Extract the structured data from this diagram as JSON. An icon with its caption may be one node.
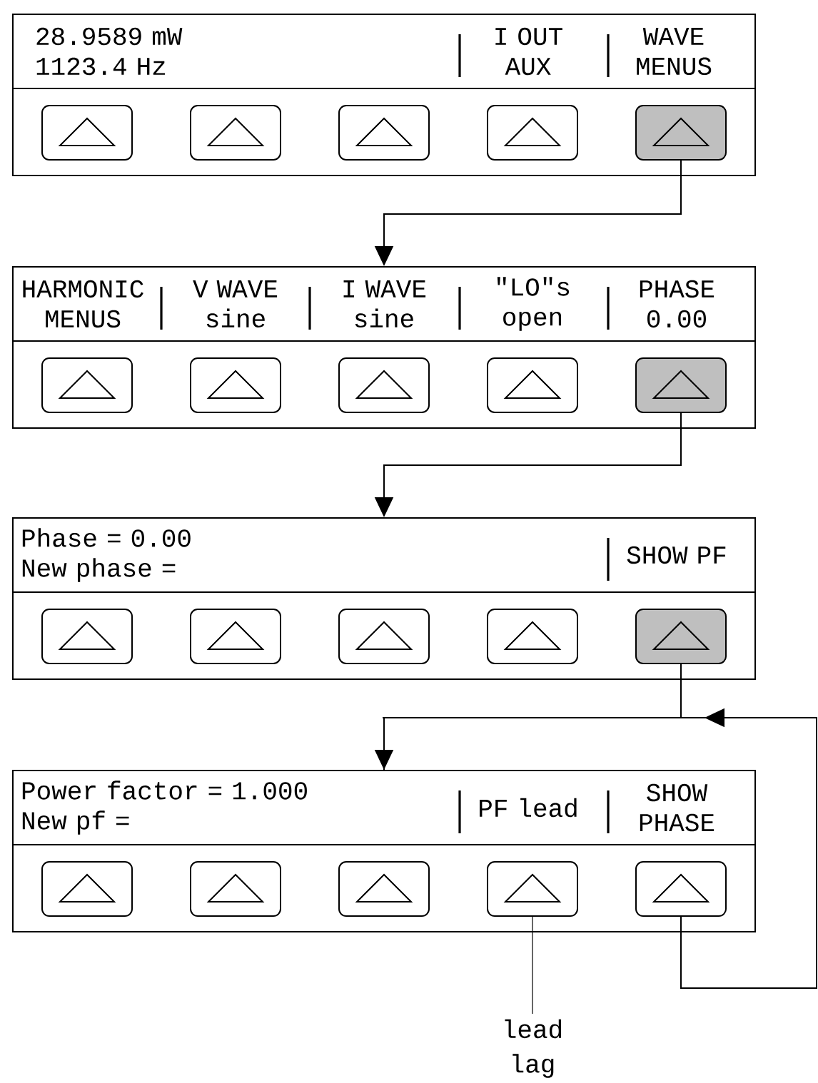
{
  "diagram": {
    "nodes": [
      {
        "text": [
          "28.9589 mW 1123.4 Hz",
          "I OUT AUX",
          "WAVE MENUS"
        ]
      },
      {
        "text": [],
        "shape": "box",
        "in": 0
      },
      {
        "text": [],
        "shape": "box",
        "in": 0
      },
      {
        "text": [],
        "shape": "box",
        "in": 0
      },
      {
        "text": [],
        "shape": "box",
        "in": 0
      },
      {
        "text": [],
        "shape": "box",
        "in": 0
      },
      {
        "text": [
          "HARMONIC MENUS",
          "V WAVE sine",
          "I WAVE sine",
          "\"LO\"s open",
          "PHASE 0.00"
        ]
      },
      {
        "text": [],
        "shape": "box",
        "in": 6
      },
      {
        "text": [],
        "shape": "box",
        "in": 6
      },
      {
        "text": [],
        "shape": "box",
        "in": 6
      },
      {
        "text": [],
        "shape": "box",
        "in": 6
      },
      {
        "text": [],
        "shape": "box",
        "in": 6
      },
      {
        "text": [
          "Phase = 0.00 New phase =",
          "SHOW PF"
        ]
      },
      {
        "text": [],
        "shape": "box",
        "in": 12
      },
      {
        "text": [],
        "shape": "box",
        "in": 12
      },
      {
        "text": [],
        "shape": "box",
        "in": 12
      },
      {
        "text": [],
        "shape": "box",
        "in": 12
      },
      {
        "text": [],
        "shape": "box",
        "in": 12
      },
      {
        "text": [
          "Power factor = 1.000 New pf =",
          "PF lead",
          "SHOW PHASE"
        ]
      },
      {
        "text": [],
        "shape": "box",
        "in": 18
      },
      {
        "text": [],
        "shape": "box",
        "in": 18
      },
      {
        "text": [],
        "shape": "box",
        "in": 18
      },
      {
        "text": [],
        "shape": "box",
        "in": 18
      },
      {
        "text": [],
        "shape": "box",
        "in": 18
      },
      {
        "text": [
          "lead",
          "lag"
        ]
      }
    ],
    "edges": [
      {
        "from": 5,
        "to": 6,
        "arrow": "to"
      },
      {
        "from": 11,
        "to": 12,
        "arrow": "to"
      },
      {
        "from": 17,
        "to": 18,
        "arrow": "to"
      },
      {
        "from": 23,
        "to": 18,
        "arrow": "to"
      },
      {
        "from": 22,
        "to": 24,
        "arrow": "none"
      }
    ]
  }
}
